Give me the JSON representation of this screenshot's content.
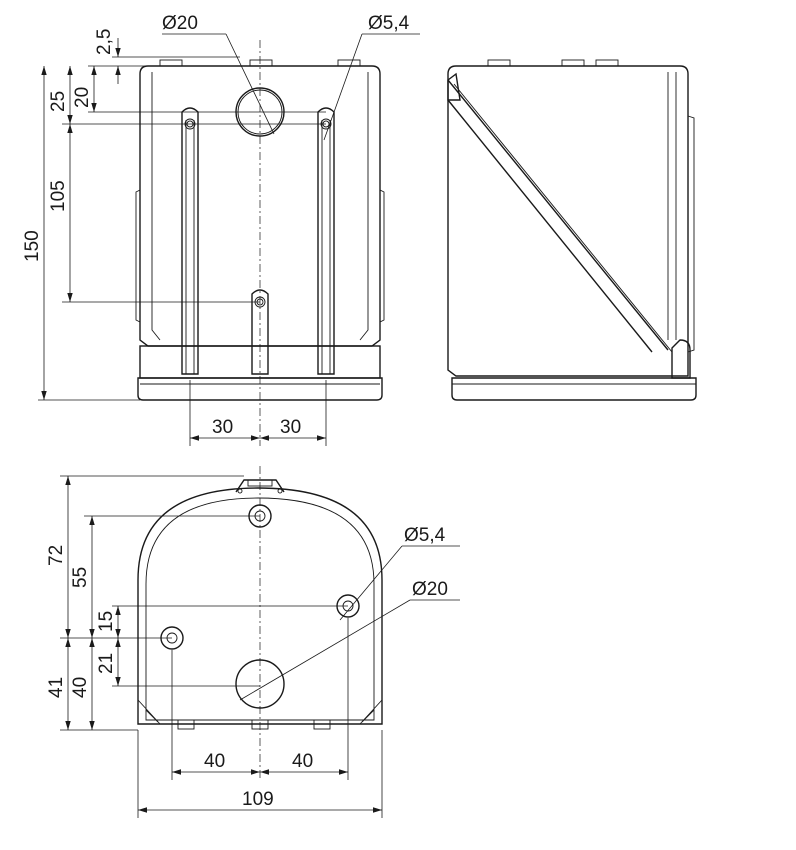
{
  "drawing": {
    "front_view": {
      "d_top_hole": "Ø20",
      "d_slot": "Ø5,4",
      "dim_2_5": "2,5",
      "dim_20": "20",
      "dim_25": "25",
      "dim_105": "105",
      "dim_150": "150",
      "dim_left_30": "30",
      "dim_right_30": "30"
    },
    "bottom_view": {
      "d_small_hole": "Ø5,4",
      "d_large_hole": "Ø20",
      "dim_72": "72",
      "dim_55": "55",
      "dim_15": "15",
      "dim_21": "21",
      "dim_40_vert": "40",
      "dim_41": "41",
      "dim_left_40": "40",
      "dim_right_40": "40",
      "dim_109": "109"
    }
  }
}
